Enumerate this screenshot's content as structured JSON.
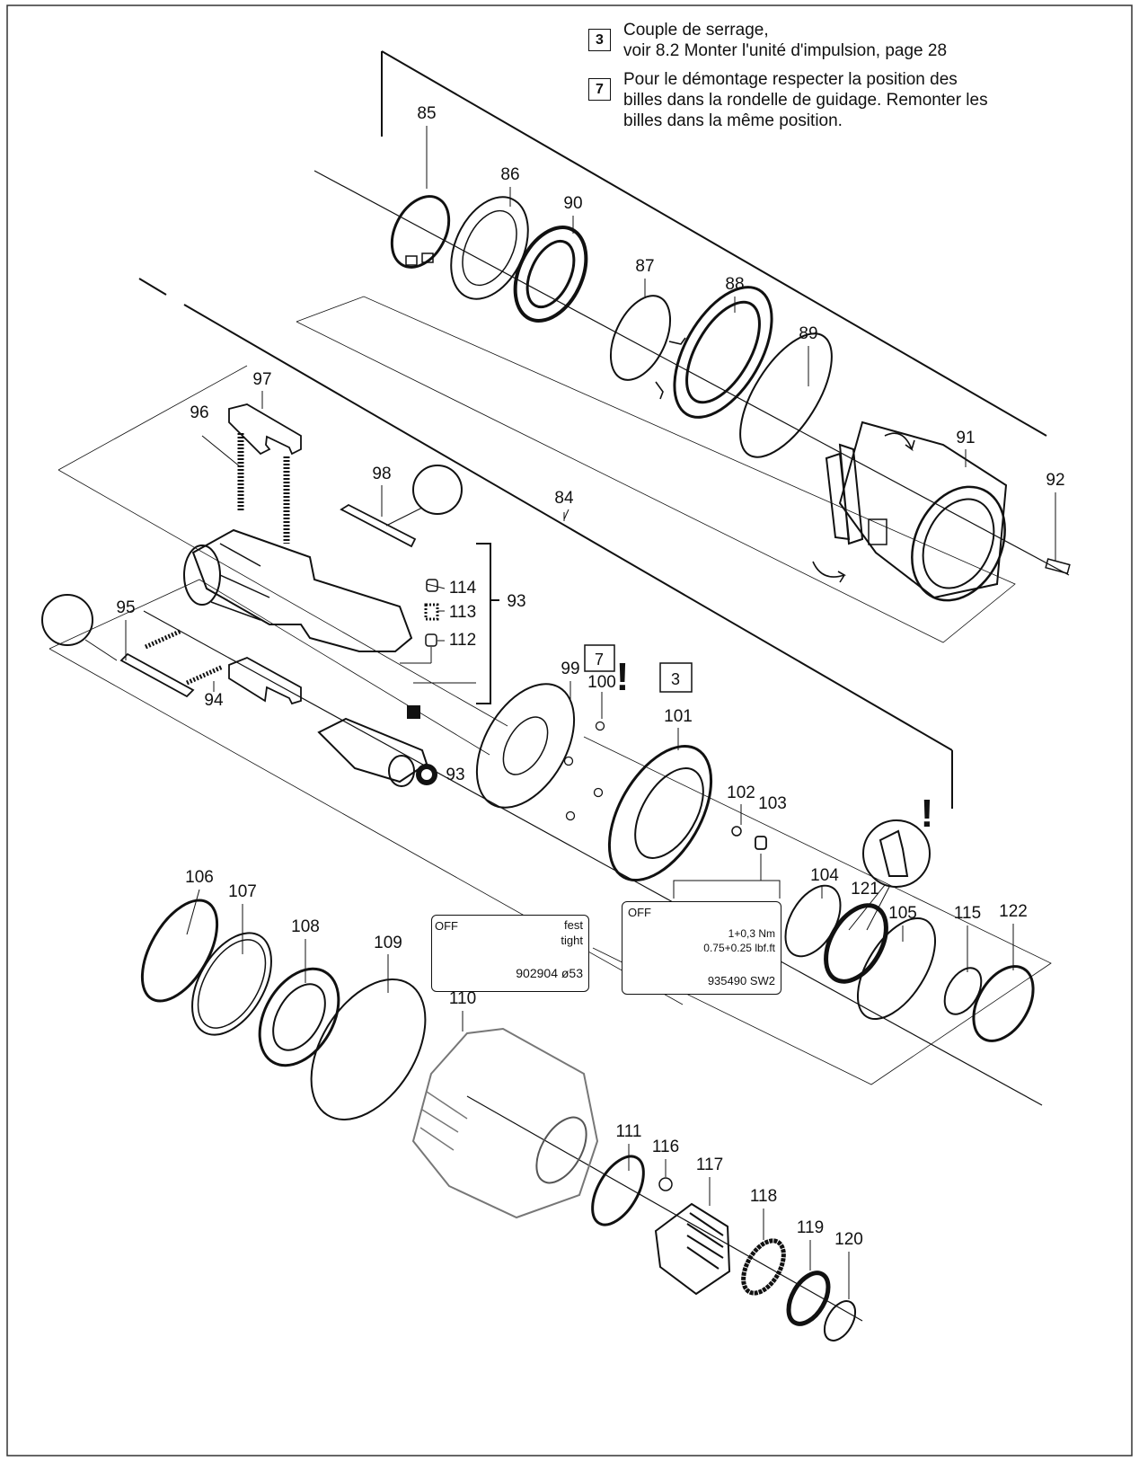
{
  "legend": [
    {
      "key": "3",
      "lines": [
        "Couple de serrage,",
        "voir 8.2 Monter l'unité d'impulsion, page 28"
      ]
    },
    {
      "key": "7",
      "lines": [
        "Pour le démontage respecter la position des",
        "billes dans la rondelle de guidage. Remonter les",
        "billes dans la même position."
      ]
    }
  ],
  "markers": {
    "box_3": "3",
    "box_7": "7",
    "warning": "!"
  },
  "box_left": {
    "off": "OFF",
    "fest": "fest",
    "tight": "tight",
    "tool": "902904 ø53"
  },
  "box_right": {
    "off": "OFF",
    "nm": "1+0,3 Nm",
    "lbf": "0.75+0.25 lbf.ft",
    "tool": "935490 SW2"
  },
  "parts": [
    "84",
    "85",
    "86",
    "87",
    "88",
    "89",
    "90",
    "91",
    "92",
    "93",
    "93b",
    "94",
    "95",
    "96",
    "97",
    "98",
    "99",
    "100",
    "101",
    "102",
    "103",
    "104",
    "105",
    "106",
    "107",
    "108",
    "109",
    "110",
    "111",
    "112",
    "113",
    "114",
    "115",
    "116",
    "117",
    "118",
    "119",
    "120",
    "121",
    "122"
  ],
  "labels": {
    "84": "84",
    "85": "85",
    "86": "86",
    "87": "87",
    "88": "88",
    "89": "89",
    "90": "90",
    "91": "91",
    "92": "92",
    "93": "93",
    "93b": "93",
    "94": "94",
    "95": "95",
    "96": "96",
    "97": "97",
    "98": "98",
    "99": "99",
    "100": "100",
    "101": "101",
    "102": "102",
    "103": "103",
    "104": "104",
    "105": "105",
    "106": "106",
    "107": "107",
    "108": "108",
    "109": "109",
    "110": "110",
    "111": "111",
    "112": "112",
    "113": "113",
    "114": "114",
    "115": "115",
    "116": "116",
    "117": "117",
    "118": "118",
    "119": "119",
    "120": "120",
    "121": "121",
    "122": "122"
  },
  "colors": {
    "line": "#111111",
    "background": "#ffffff",
    "frame": "#333333"
  }
}
